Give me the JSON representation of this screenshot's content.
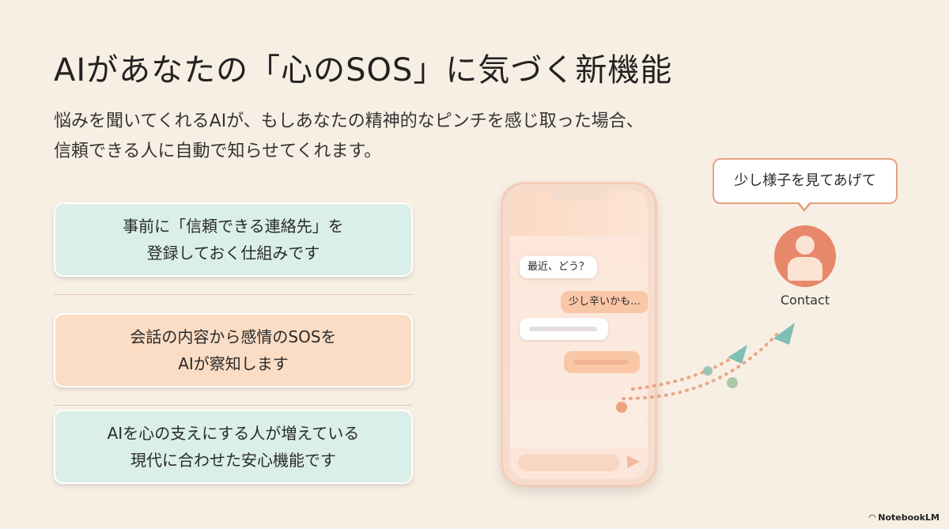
{
  "slide": {
    "title": "AIがあなたの「心のSOS」に気づく新機能",
    "subtitle_line1": "悩みを聞いてくれるAIが、もしあなたの精神的なピンチを感じ取った場合、",
    "subtitle_line2": "信頼できる人に自動で知らせてくれます。"
  },
  "cards": [
    {
      "line1": "事前に「信頼できる連絡先」を",
      "line2": "登録しておく仕組みです",
      "color": "#d9efe7"
    },
    {
      "line1": "会話の内容から感情のSOSを",
      "line2": "AIが察知します",
      "color": "#fbdcc4"
    },
    {
      "line1": "AIを心の支えにする人が増えている",
      "line2": "現代に合わせた安心機能です",
      "color": "#d9efe7"
    }
  ],
  "phone": {
    "messages": [
      {
        "text": "最近、どう？",
        "side": "in"
      },
      {
        "text": "少し辛いかも…",
        "side": "out"
      }
    ]
  },
  "contact": {
    "speech": "少し様子を見てあげて",
    "label": "Contact",
    "avatar_color": "#e8886a"
  },
  "brand": {
    "name": "NotebookLM",
    "icon": "notebooklm-logo-icon"
  },
  "colors": {
    "background": "#f8efe4",
    "accent": "#e8886a",
    "teal": "#7fbfb4"
  }
}
